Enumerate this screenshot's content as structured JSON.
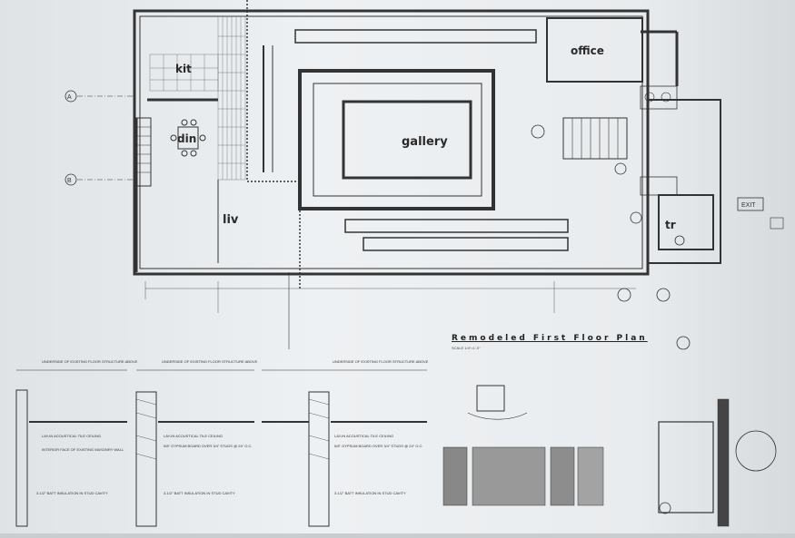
{
  "sheet": {
    "title": "Remodeled First Floor Plan",
    "scale_note": "SCALE 1/4\"=1'-0\""
  },
  "rooms": {
    "office": "office",
    "kitchen": "kit",
    "dining": "din",
    "gallery": "gallery",
    "living": "liv",
    "toilet": "tr"
  },
  "grid_markers": [
    "A",
    "B"
  ],
  "signage": {
    "exit": "EXIT"
  },
  "detail_notes": {
    "underside_floor": "UNDERSIDE OF EXISTING FLOOR STRUCTURE ABOVE",
    "ceiling": "LAY-IN ACOUSTICAL TILE CEILING",
    "gypsum": "5/8\" GYPSUM BOARD OVER 3/4\" STUDS @ 24\" O.C.",
    "interior_face": "INTERIOR FACE OF EXISTING MASONRY WALL",
    "insulation": "3-1/2\" BATT INSULATION IN STUD CAVITY"
  }
}
